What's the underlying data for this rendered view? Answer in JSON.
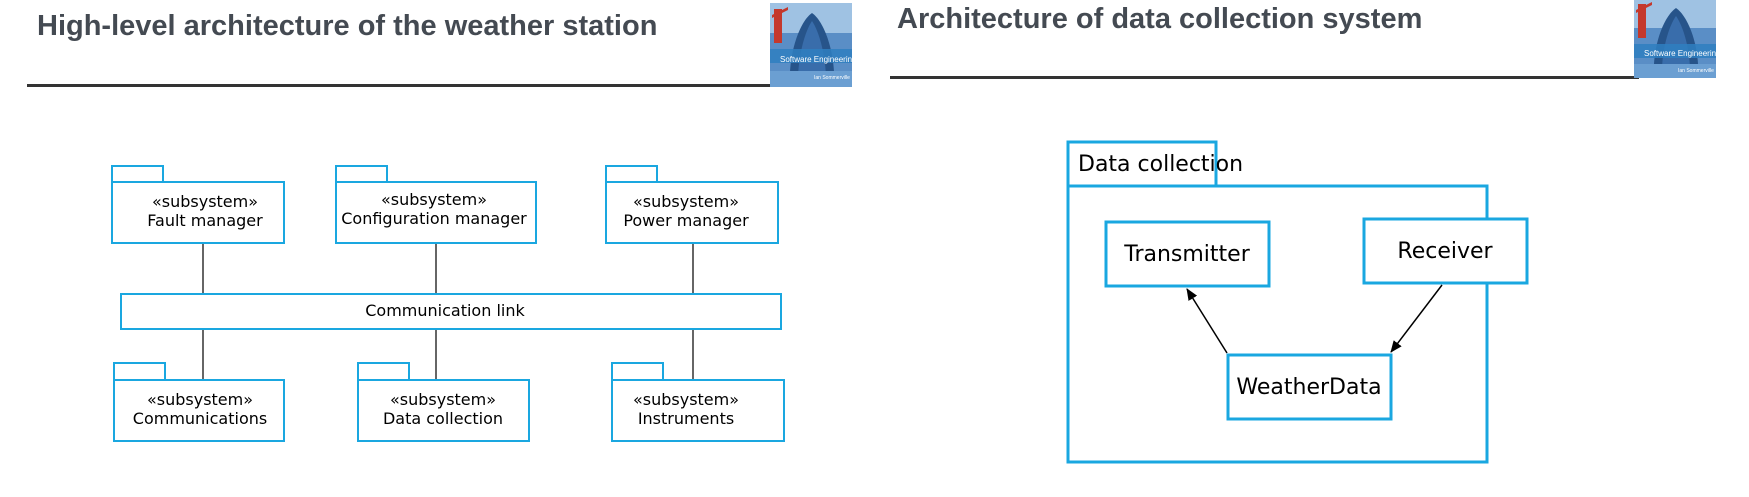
{
  "left_slide": {
    "title": "High-level architecture of the weather station",
    "book_cover": {
      "title": "Software Engineering",
      "author": "Ian Sommerville"
    },
    "diagram": {
      "subsystems_top": [
        {
          "stereotype": "«subsystem»",
          "name": "Fault manager"
        },
        {
          "stereotype": "«subsystem»",
          "name": "Configuration manager"
        },
        {
          "stereotype": "«subsystem»",
          "name": "Power manager"
        }
      ],
      "link_label": "Communication link",
      "subsystems_bottom": [
        {
          "stereotype": "«subsystem»",
          "name": "Communications"
        },
        {
          "stereotype": "«subsystem»",
          "name": "Data collection"
        },
        {
          "stereotype": "«subsystem»",
          "name": "Instruments"
        }
      ]
    }
  },
  "right_slide": {
    "title": "Architecture of data collection system",
    "book_cover": {
      "title": "Software Engineering",
      "author": "Ian Sommerville"
    },
    "diagram": {
      "package_label": "Data collection",
      "transmitter_label": "Transmitter",
      "receiver_label": "Receiver",
      "weatherdata_label": "WeatherData"
    }
  },
  "colors": {
    "diagram_stroke": "#1aa7e0",
    "title_text": "#444a52",
    "cover_blue": "#2f7fc0"
  }
}
